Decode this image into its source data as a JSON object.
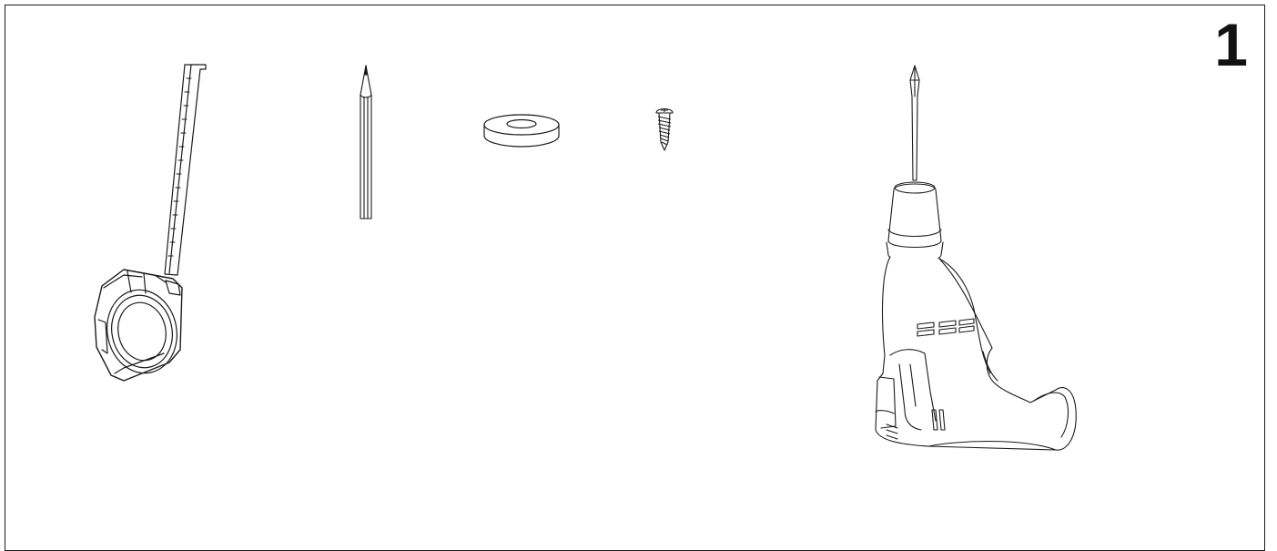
{
  "step": {
    "number": "1"
  },
  "tools": [
    {
      "id": "tape-measure",
      "icon": "tape-measure-icon"
    },
    {
      "id": "pencil",
      "icon": "pencil-icon"
    },
    {
      "id": "washer",
      "icon": "washer-icon"
    },
    {
      "id": "screw",
      "icon": "screw-icon"
    },
    {
      "id": "drill-with-screwdriver-bit",
      "icon": "drill-icon"
    }
  ],
  "colors": {
    "line": "#1a1a1a",
    "background": "#ffffff"
  }
}
